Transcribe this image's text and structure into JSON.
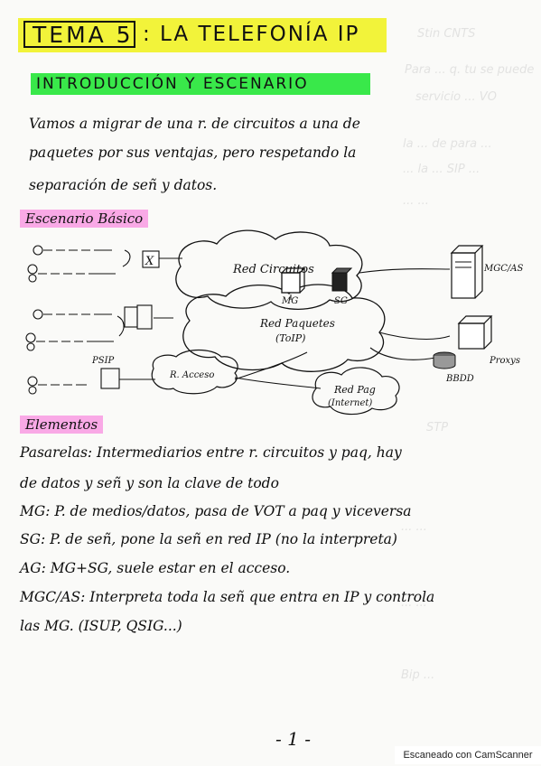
{
  "title": {
    "tema": "TEMA 5",
    "rest": ": LA TELEFONÍA IP"
  },
  "subtitle": "INTRODUCCIÓN Y ESCENARIO",
  "intro_lines": [
    "Vamos a migrar de una r. de circuitos a una de",
    "paquetes por sus ventajas, pero respetando la",
    "separación de señ y datos."
  ],
  "section_escenario": "Escenario Básico",
  "diagram": {
    "red_circuitos": "Red Circuitos",
    "red_paquetes_line1": "Red Paquetes",
    "red_paquetes_line2": "(ToIP)",
    "red_acceso": "R. Acceso",
    "red_pag_line1": "Red Pag",
    "red_pag_line2": "(Internet)",
    "mg": "MG",
    "sg": "SG",
    "psip": "PSIP",
    "mgc": "MGC/AS",
    "proxys": "Proxys",
    "bbdd": "BBDD",
    "x_mark": "X"
  },
  "section_elementos": "Elementos",
  "elementos_lines": [
    "Pasarelas: Intermediarios entre r. circuitos y paq, hay",
    "de datos y señ y son la clave de todo",
    "MG: P. de medios/datos, pasa de VOT a paq y viceversa",
    "SG: P. de señ, pone la señ en red IP (no la interpreta)",
    "AG: MG+SG, suele estar en el acceso.",
    "MGC/AS: Interpreta toda la señ que entra en IP y controla",
    "las MG. (ISUP, QSIG...)"
  ],
  "page_number": "- 1 -",
  "scanner_label": "Escaneado con CamScanner"
}
